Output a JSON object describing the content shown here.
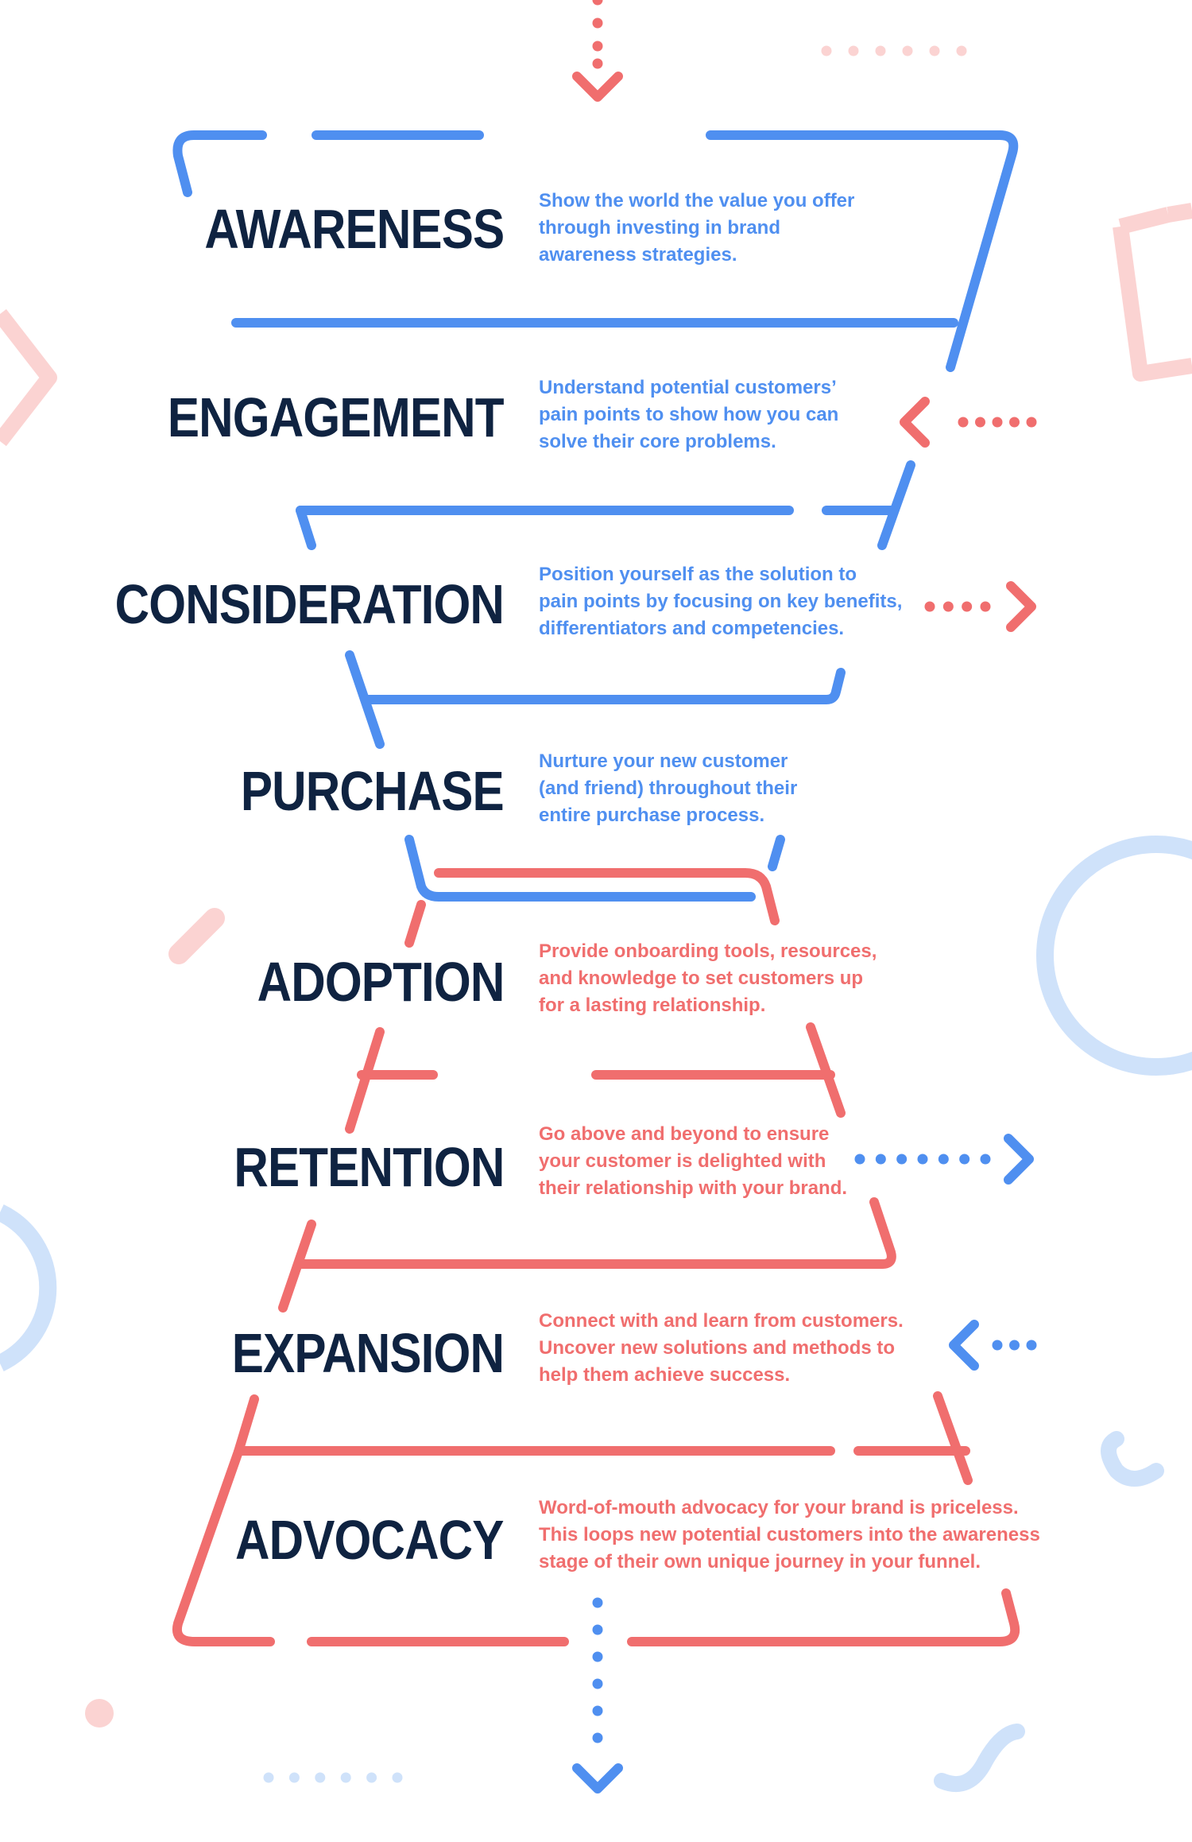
{
  "colors": {
    "title": "#0f2341",
    "blue": "#4f8ff0",
    "red": "#f06e6e",
    "light_blue": "#cfe2fa",
    "light_red": "#fbd3d2"
  },
  "stages": [
    {
      "title": "AWARENESS",
      "description": "Show the world the value you offer through investing in brand awareness strategies.",
      "color": "blue"
    },
    {
      "title": "ENGAGEMENT",
      "description": "Understand potential customers’ pain points to show how you can solve their core problems.",
      "color": "blue"
    },
    {
      "title": "CONSIDERATION",
      "description": "Position yourself as the solution to pain points by focusing on key benefits, differentiators and competencies.",
      "color": "blue"
    },
    {
      "title": "PURCHASE",
      "description": "Nurture your new customer (and friend) throughout their entire purchase process.",
      "color": "blue"
    },
    {
      "title": "ADOPTION",
      "description": "Provide onboarding tools, resources, and knowledge to set customers up for a lasting relationship.",
      "color": "red"
    },
    {
      "title": "RETENTION",
      "description": "Go above and beyond to ensure your customer is delighted with their relationship with your brand.",
      "color": "red"
    },
    {
      "title": "EXPANSION",
      "description": "Connect with and learn from customers. Uncover new solutions and methods to help them achieve success.",
      "color": "red"
    },
    {
      "title": "ADVOCACY",
      "description": "Word-of-mouth advocacy for your brand is priceless. This loops new potential customers into the awareness stage of their own unique journey in your funnel.",
      "color": "red"
    }
  ],
  "description_lines": [
    [
      "Show the world the value you offer",
      "through investing in brand",
      "awareness strategies."
    ],
    [
      "Understand potential customers’",
      "pain points to show how you can",
      "solve their core problems."
    ],
    [
      "Position yourself as the solution to",
      "pain points by focusing on key benefits,",
      "differentiators and competencies."
    ],
    [
      "Nurture your new customer",
      "(and friend) throughout their",
      "entire purchase process."
    ],
    [
      "Provide onboarding tools, resources,",
      "and knowledge to set customers up",
      "for a lasting relationship."
    ],
    [
      "Go above and beyond to ensure",
      "your customer is delighted with",
      "their relationship with your brand."
    ],
    [
      "Connect with and learn from customers.",
      "Uncover new solutions and methods to",
      "help them achieve success."
    ],
    [
      "Word-of-mouth advocacy for your brand is priceless.",
      "This loops new potential customers into the awareness",
      "stage of their own unique journey in your funnel."
    ]
  ],
  "arrows": [
    {
      "name": "entry-arrow-icon",
      "direction": "down",
      "color": "red"
    },
    {
      "name": "engagement-arrow-icon",
      "direction": "left",
      "color": "red"
    },
    {
      "name": "consideration-arrow-icon",
      "direction": "right",
      "color": "red"
    },
    {
      "name": "retention-arrow-icon",
      "direction": "right",
      "color": "blue"
    },
    {
      "name": "expansion-arrow-icon",
      "direction": "left",
      "color": "blue"
    },
    {
      "name": "exit-arrow-icon",
      "direction": "down",
      "color": "blue"
    }
  ]
}
